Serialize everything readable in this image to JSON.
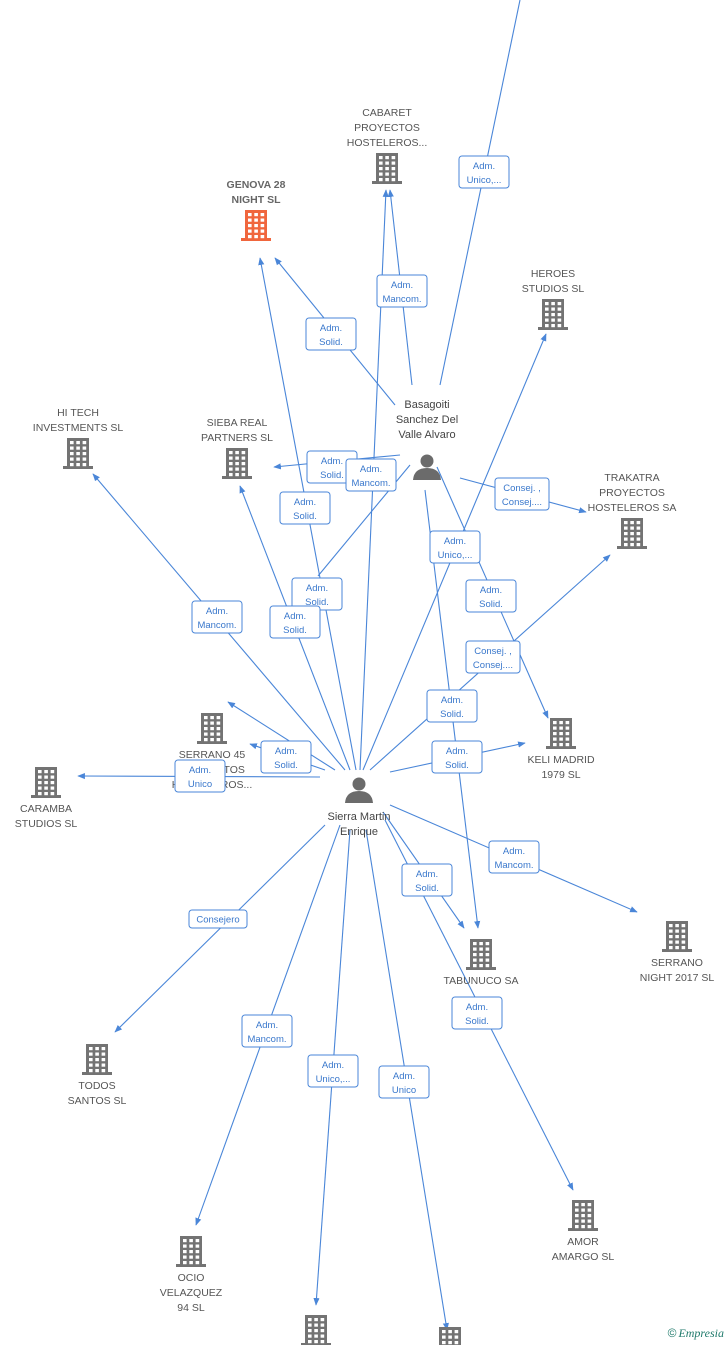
{
  "colors": {
    "edge": "#4a86d8",
    "building": "#737373",
    "highlight": "#f0663d",
    "person": "#6b6b6b"
  },
  "people": [
    {
      "id": "basagoiti",
      "lines": [
        "Basagoiti",
        "Sanchez Del",
        "Valle Alvaro"
      ]
    },
    {
      "id": "sierra",
      "lines": [
        "Sierra Martin",
        "Enrique"
      ]
    }
  ],
  "companies": [
    {
      "id": "cabaret",
      "lines": [
        "CABARET",
        "PROYECTOS",
        "HOSTELEROS..."
      ]
    },
    {
      "id": "genova",
      "lines": [
        "GENOVA 28",
        "NIGHT  SL"
      ],
      "highlight": true
    },
    {
      "id": "heroes",
      "lines": [
        "HEROES",
        "STUDIOS  SL"
      ]
    },
    {
      "id": "hitech",
      "lines": [
        "HI TECH",
        "INVESTMENTS SL"
      ]
    },
    {
      "id": "sieba",
      "lines": [
        "SIEBA REAL",
        "PARTNERS  SL"
      ]
    },
    {
      "id": "trakatra",
      "lines": [
        "TRAKATRA",
        "PROYECTOS",
        "HOSTELEROS SA"
      ]
    },
    {
      "id": "keli",
      "lines": [
        "KELI MADRID",
        "1979  SL"
      ]
    },
    {
      "id": "serrano45",
      "lines": [
        "SERRANO 45",
        "PROYECTOS",
        "HOSTELEROS..."
      ]
    },
    {
      "id": "caramba",
      "lines": [
        "CARAMBA",
        "STUDIOS  SL"
      ]
    },
    {
      "id": "tabunuco",
      "lines": [
        "TABUNUCO SA"
      ]
    },
    {
      "id": "serranonight",
      "lines": [
        "SERRANO",
        "NIGHT 2017  SL"
      ]
    },
    {
      "id": "todos",
      "lines": [
        "TODOS",
        "SANTOS  SL"
      ]
    },
    {
      "id": "amor",
      "lines": [
        "AMOR",
        "AMARGO  SL"
      ]
    },
    {
      "id": "ocio",
      "lines": [
        "OCIO",
        "VELAZQUEZ",
        "94  SL"
      ]
    },
    {
      "id": "bottom1",
      "lines": []
    },
    {
      "id": "bottom2",
      "lines": []
    }
  ],
  "edge_labels": [
    {
      "id": "l1",
      "lines": [
        "Adm.",
        "Unico,..."
      ]
    },
    {
      "id": "l2",
      "lines": [
        "Adm.",
        "Mancom."
      ]
    },
    {
      "id": "l3",
      "lines": [
        "Adm.",
        "Solid."
      ]
    },
    {
      "id": "l4",
      "lines": [
        "Adm.",
        "Solid."
      ]
    },
    {
      "id": "l5",
      "lines": [
        "Adm.",
        "Mancom."
      ]
    },
    {
      "id": "l6",
      "lines": [
        "Adm.",
        "Solid."
      ]
    },
    {
      "id": "l7",
      "lines": [
        "Consej. ,",
        "Consej...."
      ]
    },
    {
      "id": "l8",
      "lines": [
        "Adm.",
        "Unico,..."
      ]
    },
    {
      "id": "l9",
      "lines": [
        "Adm.",
        "Solid."
      ]
    },
    {
      "id": "l10",
      "lines": [
        "Adm.",
        "Mancom."
      ]
    },
    {
      "id": "l11",
      "lines": [
        "Adm.",
        "Solid."
      ]
    },
    {
      "id": "l12",
      "lines": [
        "Adm.",
        "Solid."
      ]
    },
    {
      "id": "l13",
      "lines": [
        "Consej. ,",
        "Consej...."
      ]
    },
    {
      "id": "l14",
      "lines": [
        "Adm.",
        "Solid."
      ]
    },
    {
      "id": "l15",
      "lines": [
        "Adm.",
        "Solid."
      ]
    },
    {
      "id": "l16",
      "lines": [
        "Adm.",
        "Solid."
      ]
    },
    {
      "id": "l17",
      "lines": [
        "Adm.",
        "Unico"
      ]
    },
    {
      "id": "l18",
      "lines": [
        "Adm.",
        "Mancom."
      ]
    },
    {
      "id": "l19",
      "lines": [
        "Adm.",
        "Solid."
      ]
    },
    {
      "id": "l20",
      "lines": [
        "Consejero"
      ]
    },
    {
      "id": "l21",
      "lines": [
        "Adm.",
        "Solid."
      ]
    },
    {
      "id": "l22",
      "lines": [
        "Adm.",
        "Mancom."
      ]
    },
    {
      "id": "l23",
      "lines": [
        "Adm.",
        "Unico,..."
      ]
    },
    {
      "id": "l24",
      "lines": [
        "Adm.",
        "Unico"
      ]
    }
  ],
  "brand": {
    "symbol": "©",
    "name": "Empresia"
  }
}
